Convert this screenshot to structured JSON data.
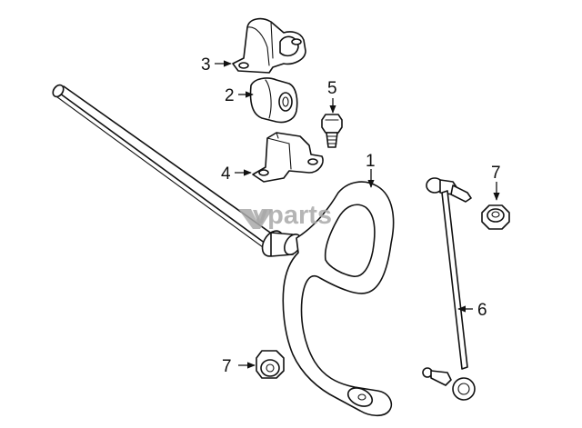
{
  "callouts": [
    {
      "id": "c1",
      "label": "1"
    },
    {
      "id": "c2",
      "label": "2"
    },
    {
      "id": "c3",
      "label": "3"
    },
    {
      "id": "c4",
      "label": "4"
    },
    {
      "id": "c5",
      "label": "5"
    },
    {
      "id": "c6",
      "label": "6"
    },
    {
      "id": "c7a",
      "label": "7"
    },
    {
      "id": "c7b",
      "label": "7"
    }
  ],
  "watermark": "vparts",
  "colors": {
    "ink": "#111111",
    "background": "#ffffff",
    "watermark": "#a9a9a9"
  }
}
